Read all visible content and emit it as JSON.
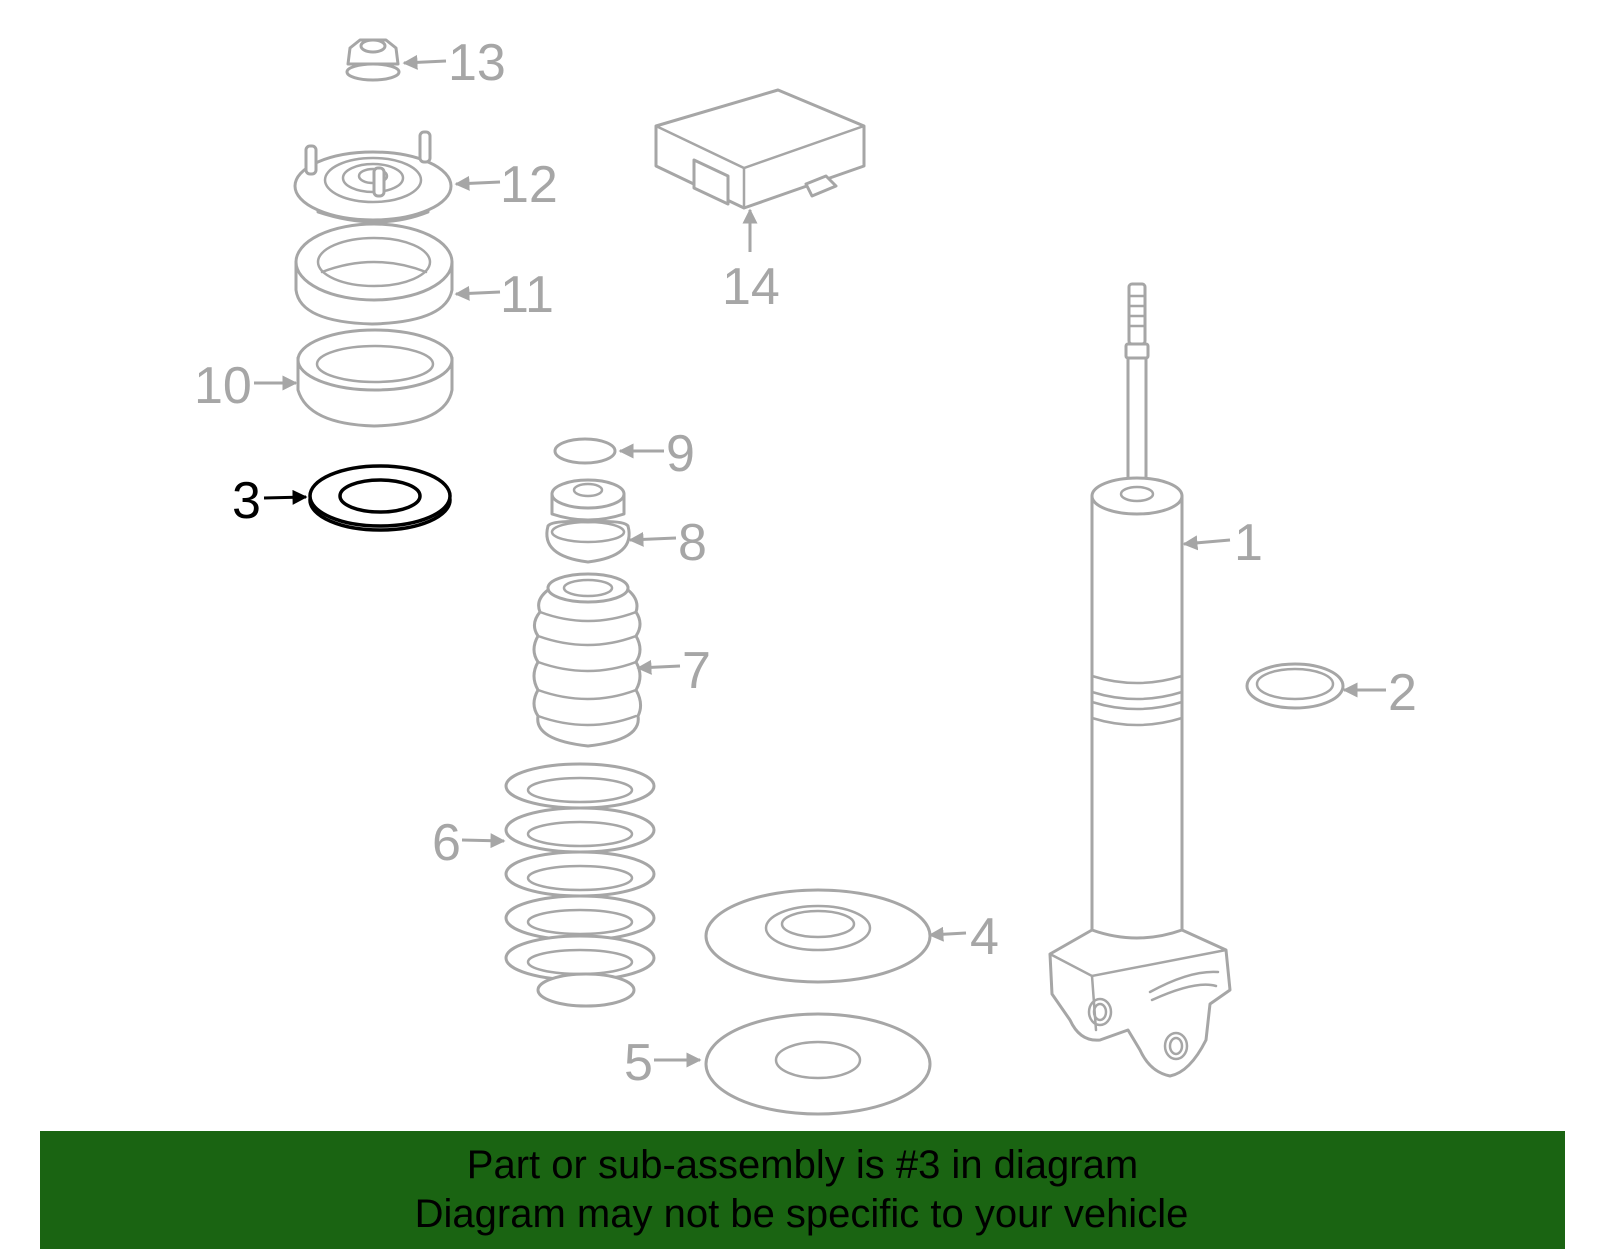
{
  "diagram": {
    "highlighted_part": "3",
    "colors": {
      "part_stroke": "#a6a6a6",
      "highlight": "#000000",
      "banner_bg": "#1a6412"
    },
    "callouts": [
      {
        "id": "c1",
        "label": "1"
      },
      {
        "id": "c2",
        "label": "2"
      },
      {
        "id": "c3",
        "label": "3"
      },
      {
        "id": "c4",
        "label": "4"
      },
      {
        "id": "c5",
        "label": "5"
      },
      {
        "id": "c6",
        "label": "6"
      },
      {
        "id": "c7",
        "label": "7"
      },
      {
        "id": "c8",
        "label": "8"
      },
      {
        "id": "c9",
        "label": "9"
      },
      {
        "id": "c10",
        "label": "10"
      },
      {
        "id": "c11",
        "label": "11"
      },
      {
        "id": "c12",
        "label": "12"
      },
      {
        "id": "c13",
        "label": "13"
      },
      {
        "id": "c14",
        "label": "14"
      }
    ]
  },
  "banner": {
    "line1": "Part or sub-assembly is #3 in diagram",
    "line2": "Diagram may not be specific to your vehicle"
  }
}
